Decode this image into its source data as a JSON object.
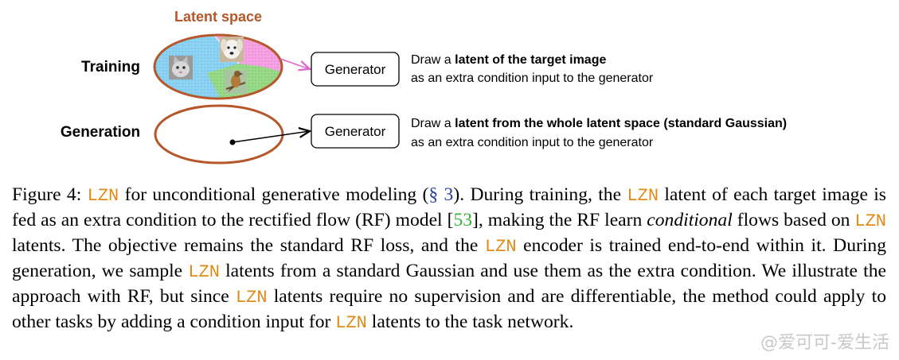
{
  "figure": {
    "latent_space_title": "Latent space",
    "row_training_label": "Training",
    "row_generation_label": "Generation",
    "generator_label_1": "Generator",
    "generator_label_2": "Generator",
    "desc_training": {
      "prefix": "Draw a ",
      "bold": "latent of the target image",
      "line2": "as an extra condition input to the generator"
    },
    "desc_generation": {
      "prefix": "Draw a ",
      "bold": "latent from the whole latent space (standard Gaussian)",
      "line2": "as an extra condition input to the generator"
    },
    "colors": {
      "ellipse_stroke": "#b5572a",
      "title_color": "#b5572a",
      "region_blue": "#8fd3f4",
      "region_pink": "#f5a3e3",
      "region_green": "#9bd98a",
      "arrow_pink": "#dd66cc"
    },
    "icons": [
      "cat-image-icon",
      "dog-image-icon",
      "bird-image-icon"
    ]
  },
  "caption": {
    "fig_label": "Figure 4: ",
    "lzn": "LZN",
    "t1": " for unconditional generative modeling (",
    "ref_section": "§ 3",
    "t2": "). During training, the ",
    "t3": " latent of each target image is fed as an extra condition to the rectified flow (RF) model [",
    "cite": "53",
    "t4": "], making the RF learn ",
    "t4_em": "conditional",
    "t5": " flows based on ",
    "t6": " latents. The objective remains the standard RF loss, and the ",
    "t7": " encoder is trained end-to-end within it. During generation, we sample ",
    "t8": " latents from a standard Gaussian and use them as the extra condition. We illustrate the approach with RF, but since ",
    "t9": " latents require no supervision and are differentiable, the method could apply to other tasks by adding a condition input for ",
    "t10": " latents to the task network."
  },
  "watermark": "@爱可可-爱生活"
}
